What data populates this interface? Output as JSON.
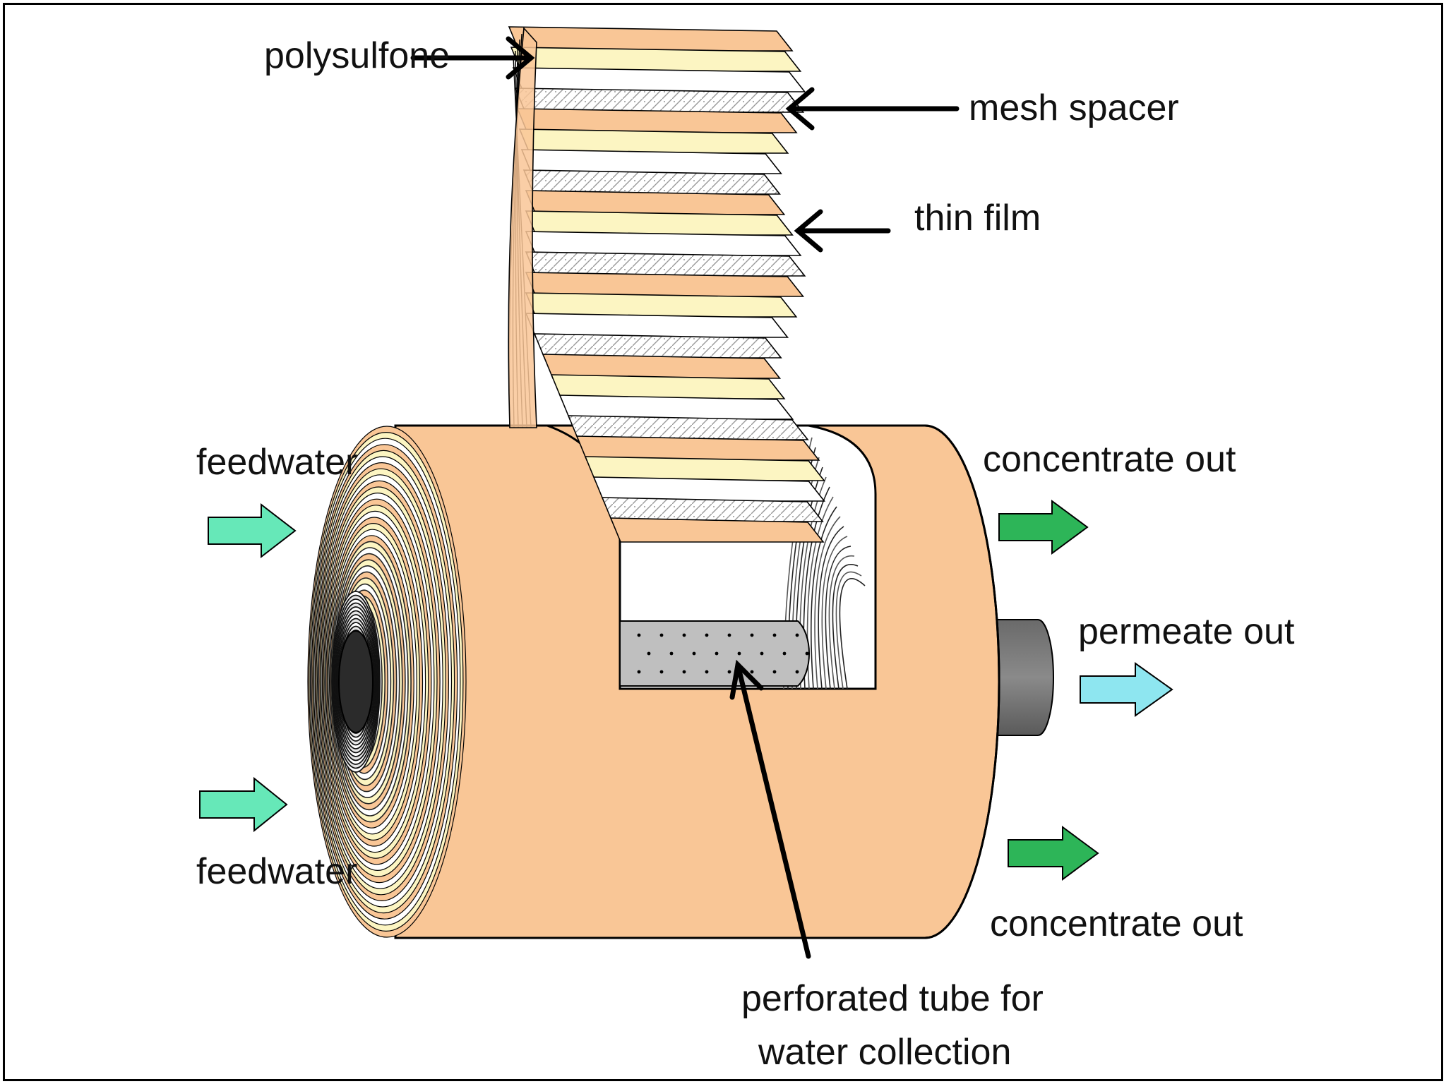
{
  "labels": {
    "polysulfone": "polysulfone",
    "mesh_spacer": "mesh spacer",
    "thin_film": "thin film",
    "feedwater_top": "feedwater",
    "feedwater_bottom": "feedwater",
    "concentrate_out_top": "concentrate out",
    "permeate_out": "permeate out",
    "concentrate_out_bottom": "concentrate out",
    "perforated_tube_line1": "perforated tube for",
    "perforated_tube_line2": "water collection"
  },
  "colors": {
    "membrane_tan": "#F9C696",
    "polysulfone_cream": "#FCF5C2",
    "mesh_white": "#FFFFFF",
    "tube_gray": "#BFBFBF",
    "permeate_pipe_gray": "#808080",
    "feed_arrow": "#66E8B8",
    "concentrate_arrow": "#2DB558",
    "permeate_arrow": "#8EE6F0",
    "outline": "#000000"
  }
}
